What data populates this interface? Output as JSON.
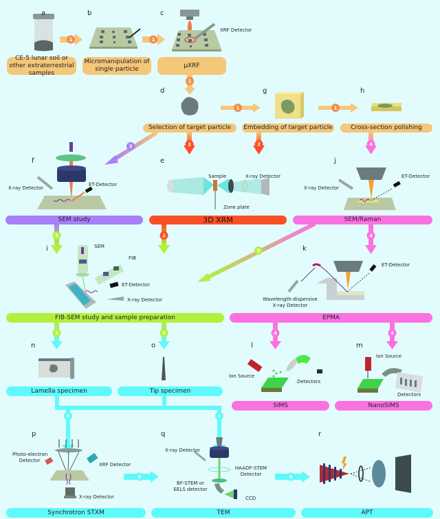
{
  "panels": {
    "a": "a",
    "b": "b",
    "c": "c",
    "d": "d",
    "e": "e",
    "f": "f",
    "g": "g",
    "h": "h",
    "i": "i",
    "j": "j",
    "k": "k",
    "l": "l",
    "m": "m",
    "n": "n",
    "o": "o",
    "p": "p",
    "q": "q",
    "r": "r"
  },
  "boxes": {
    "samples": "CE-5 lunar soil or other extraterrestrial samples",
    "micromanipulation": "Micromanipulation of single particle",
    "muxrf": "µXRF",
    "selection": "Selection of target particle",
    "embedding": "Embedding of target particle",
    "polishing": "Cross-section polishing",
    "sem_study": "SEM study",
    "xrm": "3D XRM",
    "sem_raman": "SEM/Raman",
    "fib_sem": "FIB-SEM study and sample preparation",
    "epma": "EPMA",
    "lamella": "Lamella specimen",
    "tip": "Tip specimen",
    "sims": "SIMS",
    "nanosims": "NanoSIMS",
    "stxm": "Synchrotron STXM",
    "tem": "TEM",
    "apt": "APT"
  },
  "labels": {
    "xrf_detector_c": "XRF Detector",
    "xray_detector_f": "X-ray Detector",
    "et_detector_f": "ET-Detector",
    "sample_e": "Sample",
    "xray_detector_e": "X-ray Detector",
    "zone_plate_e": "Zone plate",
    "xray_detector_j": "X-ray Detector",
    "et_detector_j": "ET-Detector",
    "sem_i": "SEM",
    "fib_i": "FIB",
    "et_detector_i": "ET-Detector",
    "xray_detector_i": "X-ray Detector",
    "et_detector_k": "ET-Detector",
    "wds_k_1": "Wavelength-dispersive",
    "wds_k_2": "X-ray Detector",
    "ion_source_l": "Ion Source",
    "detectors_l": "Detectors",
    "ion_source_m": "Ion Source",
    "detectors_m": "Detectors",
    "photo_p_1": "Photo-electron",
    "photo_p_2": "Detector",
    "xrf_detector_p": "XRF Detector",
    "xray_detector_p": "X-ray Detector",
    "xray_detector_q": "X-ray Detector",
    "haadf_q_1": "HAADF-STEM",
    "haadf_q_2": "Detector",
    "bf_q_1": "BF-STEM or",
    "bf_q_2": "EELS detector",
    "ccd_q": "CCD"
  },
  "step_badges": {
    "one": "1",
    "two": "2",
    "three": "3",
    "four": "4",
    "five": "5",
    "six": "6"
  },
  "colors": {
    "background": "#e2fcfd",
    "step1": "#f4c77a",
    "step1_badge": "#f0904f",
    "step2": "#fb4f26",
    "step3": "#a77ff7",
    "step4": "#fa72e0",
    "step5": "#b2f03e",
    "step6": "#5ff9fb"
  }
}
